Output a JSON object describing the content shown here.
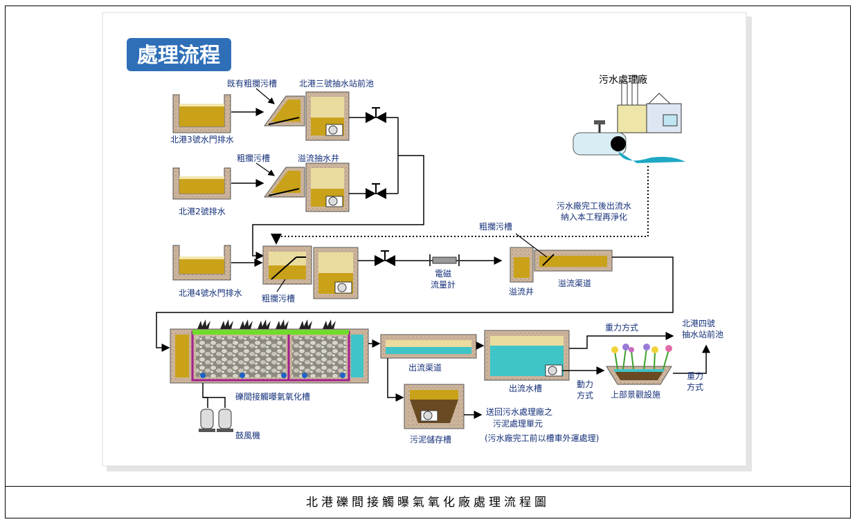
{
  "title": "處理流程",
  "caption": "北港礫間接觸曝氣氧化廠處理流程圖",
  "labels": {
    "existing_screen": "既有粗攔污槽",
    "pump3_forebay": "北港三號抽水站前池",
    "gate3": "北港3號水門排水",
    "screen2": "粗攔污槽",
    "overflow_well_top": "溢流抽水井",
    "drain2": "北港2號排水",
    "gate4": "北港4號水門排水",
    "screen_bottom": "粗攔污槽",
    "flowmeter": "電磁\n流量計",
    "overflow_well": "溢流井",
    "overflow_weir": "溢流渠道",
    "screen_right": "粗攔污槽",
    "sewage_plant": "污水處理廠",
    "sewage_note": "污水廠完工後出流水\n納入本工程再淨化",
    "aeration_tank": "礫間接觸曝氣氧化槽",
    "blower": "鼓風機",
    "outflow_weir": "出流渠道",
    "outflow_tank": "出流水槽",
    "gravity_top": "重力方式",
    "pump4_forebay": "北港四號\n抽水站前池",
    "power_mode": "動力\n方式",
    "wetland": "上部景觀設施",
    "gravity_right": "重力\n方式",
    "sludge_tank": "污泥儲存槽",
    "sludge_note": "送回污水處理廠之\n污泥處理單元\n(污水廠完工前以槽車外運處理)"
  },
  "colors": {
    "title_bg": "#2f6fb8",
    "concrete": "#c8b29a",
    "water_gold": "#c9a21a",
    "water_blue": "#3fc4c8",
    "pipe": "#000000",
    "label": "#15307a",
    "grass": "#6fdc2c",
    "purple": "#a0208f"
  },
  "icons": [
    "valve-icon",
    "pump-icon",
    "blower-icon",
    "factory-icon",
    "plant-icon"
  ]
}
